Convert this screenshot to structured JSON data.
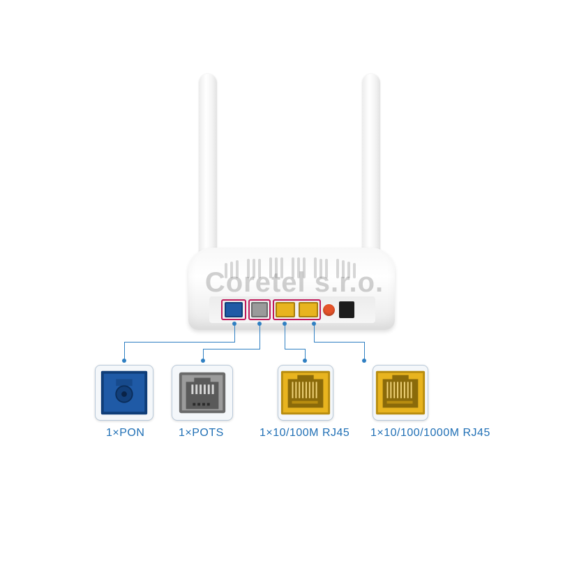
{
  "watermark": "Coretel s.r.o.",
  "ports": [
    {
      "id": "pon",
      "label": "1×PON",
      "color": "#1f5aa6"
    },
    {
      "id": "pots",
      "label": "1×POTS",
      "color": "#8a8a8a"
    },
    {
      "id": "fe",
      "label": "1×10/100M RJ45",
      "color": "#e8b41f"
    },
    {
      "id": "ge",
      "label": "1×10/100/1000M RJ45",
      "color": "#e8b41f"
    }
  ],
  "colors": {
    "line": "#2f7fc2",
    "highlight_frame": "#c0195a",
    "reset_button": "#e5532a",
    "label_text": "#1f6fb5"
  }
}
